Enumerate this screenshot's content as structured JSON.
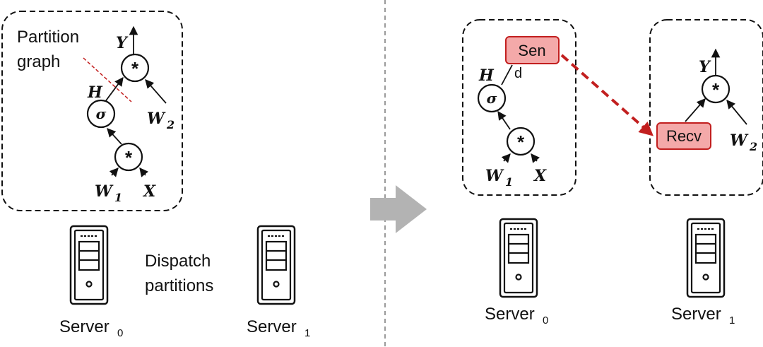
{
  "left": {
    "partition_label_line1": "Partition",
    "partition_label_line2": "graph",
    "nodes": {
      "mul_top": "*",
      "sigma": "σ",
      "mul_bottom": "*"
    },
    "vars": {
      "y": "Y",
      "h": "H",
      "w2": "W",
      "w2_sub": "2",
      "w1": "W",
      "w1_sub": "1",
      "x": "X"
    },
    "dispatch_line1": "Dispatch",
    "dispatch_line2": "partitions",
    "server0": "Server",
    "server0_sub": "0",
    "server1": "Server",
    "server1_sub": "1"
  },
  "right": {
    "send_label": "Sen",
    "send_d": "d",
    "recv_label": "Recv",
    "nodes": {
      "sigma": "σ",
      "mul_bottom": "*",
      "mul_right": "*"
    },
    "vars": {
      "h": "H",
      "w1": "W",
      "w1_sub": "1",
      "x": "X",
      "y": "Y",
      "w2": "W",
      "w2_sub": "2"
    },
    "server0": "Server",
    "server0_sub": "0",
    "server1": "Server",
    "server1_sub": "1"
  },
  "colors": {
    "send_recv_fill": "#f4a9a9",
    "send_recv_stroke": "#c21f1f",
    "transfer_arrow": "#c21f1f",
    "arrow_gray": "#b3b3b3",
    "divider": "#9a9a9a"
  },
  "icons": [
    "server-icon",
    "arrow-right-icon"
  ]
}
